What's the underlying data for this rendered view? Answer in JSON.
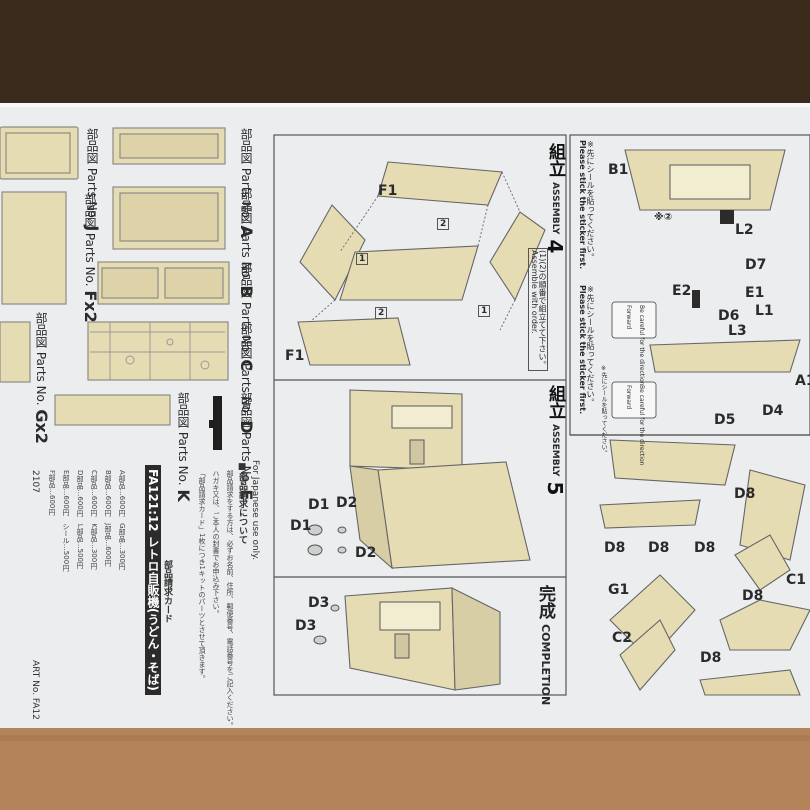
{
  "parts_runners": [
    {
      "title": "部品図",
      "label": "Parts No.",
      "letter": "J",
      "count": ""
    },
    {
      "title": "部品図",
      "label": "Parts No.",
      "letter": "Fx2",
      "count": ""
    },
    {
      "title": "部品図",
      "label": "Parts No.",
      "letter": "Gx2",
      "count": ""
    },
    {
      "title": "部品図",
      "label": "Parts No.",
      "letter": "A",
      "count": ""
    },
    {
      "title": "部品図",
      "label": "Parts No.",
      "letter": "B",
      "count": ""
    },
    {
      "title": "部品図",
      "label": "Parts No.",
      "letter": "C",
      "count": ""
    },
    {
      "title": "部品図",
      "label": "Parts No.",
      "letter": "D",
      "count": ""
    },
    {
      "title": "部品図",
      "label": "Parts No.",
      "letter": "K",
      "count": ""
    },
    {
      "title": "部品図",
      "label": "Parts No.",
      "letter": "E",
      "count": ""
    }
  ],
  "assembly4": {
    "jp": "組立",
    "en": "ASSEMBLY",
    "num": "4",
    "note": "(1)(2)の順番で組立てて下さい。",
    "note_en": "Assemble with order."
  },
  "assembly5": {
    "jp": "組立",
    "en": "ASSEMBLY",
    "num": "5"
  },
  "completion": {
    "jp": "完成",
    "en": "COMPLETION"
  },
  "sticker_notes": [
    {
      "jp": "※先にシールを貼ってください。",
      "en": "Please stick the sticker first."
    },
    {
      "jp": "※先にシールを貼ってください。",
      "en": "Please stick the sticker first."
    },
    {
      "jp": "※先にシールを貼ってください。",
      "en": "Please stick the sticker first."
    }
  ],
  "japan_only": {
    "note": "For Japanese use only.",
    "title": "■部品請求について"
  },
  "order_card": {
    "title": "部品請求カード",
    "product": "FA121:12 レトロ自販機(うどん・そば)",
    "code": "2107",
    "art": "ART No. FA12"
  },
  "arrow_text": [
    "矢印",
    "Forward",
    "前方",
    "Be careful for the direction"
  ],
  "part_labels": {
    "a4": [
      "F1",
      "F1",
      "1",
      "2",
      "1",
      "2"
    ],
    "a5": [
      "D1",
      "D1",
      "D2",
      "D2",
      "D3",
      "D3"
    ],
    "right": [
      "B1",
      "L2",
      "D7",
      "E2",
      "E1",
      "L1",
      "D6",
      "L3",
      "A1",
      "D4",
      "D5",
      "D8",
      "D8",
      "D8",
      "D8",
      "D8",
      "D8",
      "C1",
      "G1",
      "C2",
      "※②"
    ]
  },
  "colors": {
    "paper": "#ebedef",
    "wood": "#b38359",
    "background": "#3a2a1c",
    "part": "#e6dcb4",
    "ink": "#2b2b2b"
  }
}
